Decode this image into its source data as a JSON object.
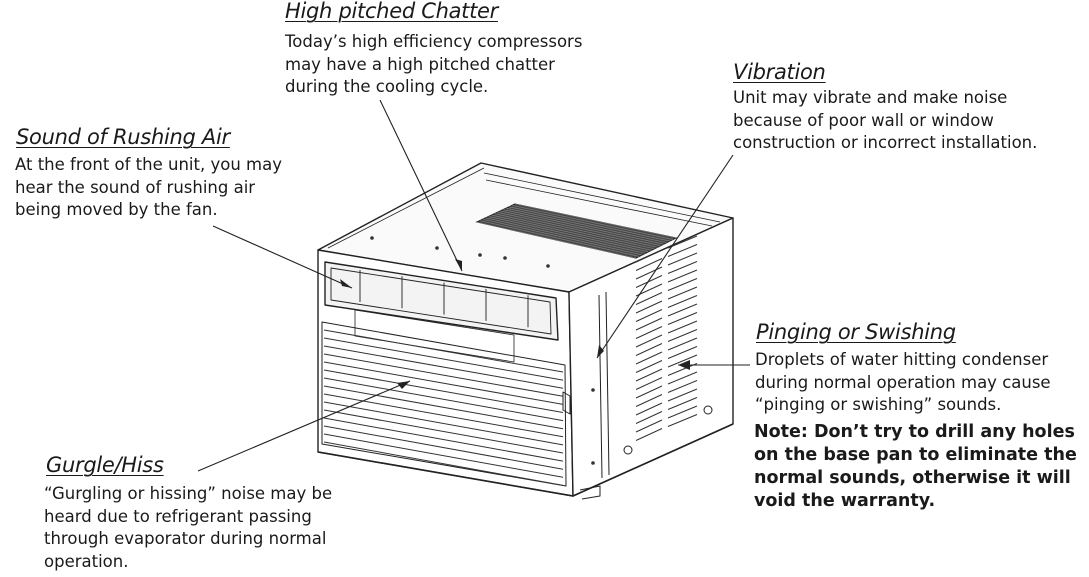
{
  "callouts": {
    "chatter": {
      "title": "High pitched Chatter",
      "lines": [
        "Today’s high efficiency compressors",
        "may have a high pitched chatter",
        "during the cooling cycle."
      ]
    },
    "rushing_air": {
      "title": "Sound of Rushing Air",
      "lines": [
        "At the front of the unit, you may",
        "hear the sound of rushing air",
        "being moved by the fan."
      ]
    },
    "vibration": {
      "title": "Vibration",
      "lines": [
        "Unit may vibrate and make noise",
        "because of poor wall or window",
        "construction or incorrect installation."
      ]
    },
    "pinging": {
      "title": "Pinging or Swishing",
      "lines": [
        "Droplets of water hitting condenser",
        "during normal operation may cause",
        "“pinging or swishing” sounds."
      ],
      "note_lines": [
        "Note: Don’t try to drill any holes",
        "on the base pan to eliminate the",
        "normal sounds, otherwise it will",
        "void the warranty."
      ]
    },
    "gurgle": {
      "title": "Gurgle/Hiss",
      "lines": [
        "“Gurgling or hissing” noise may be",
        "heard due to refrigerant passing",
        "through evaporator during normal",
        "operation."
      ]
    }
  }
}
